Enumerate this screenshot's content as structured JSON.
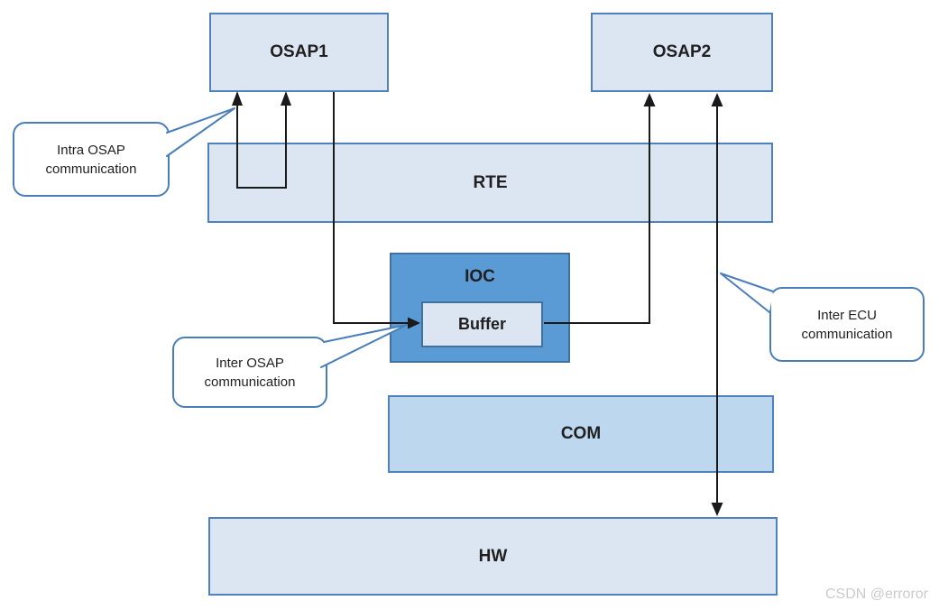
{
  "diagram": {
    "boxes": {
      "osap1": {
        "label": "OSAP1"
      },
      "osap2": {
        "label": "OSAP2"
      },
      "rte": {
        "label": "RTE"
      },
      "ioc": {
        "label": "IOC"
      },
      "buffer": {
        "label": "Buffer"
      },
      "com": {
        "label": "COM"
      },
      "hw": {
        "label": "HW"
      }
    },
    "callouts": {
      "intra_osap": {
        "line1": "Intra OSAP",
        "line2": "communication"
      },
      "inter_osap": {
        "line1": "Inter OSAP",
        "line2": "communication"
      },
      "inter_ecu": {
        "line1": "Inter ECU",
        "line2": "communication"
      }
    },
    "colors": {
      "light_box_fill": "#dce6f2",
      "medium_box_fill": "#bdd7ee",
      "dark_box_fill": "#5b9bd5",
      "box_border": "#4f81bd",
      "dark_box_border": "#41719c",
      "callout_border": "#4a7ebb",
      "connector": "#1a1a1a",
      "watermark_text": "#cbcbcb"
    },
    "watermark": "CSDN @erroror"
  }
}
